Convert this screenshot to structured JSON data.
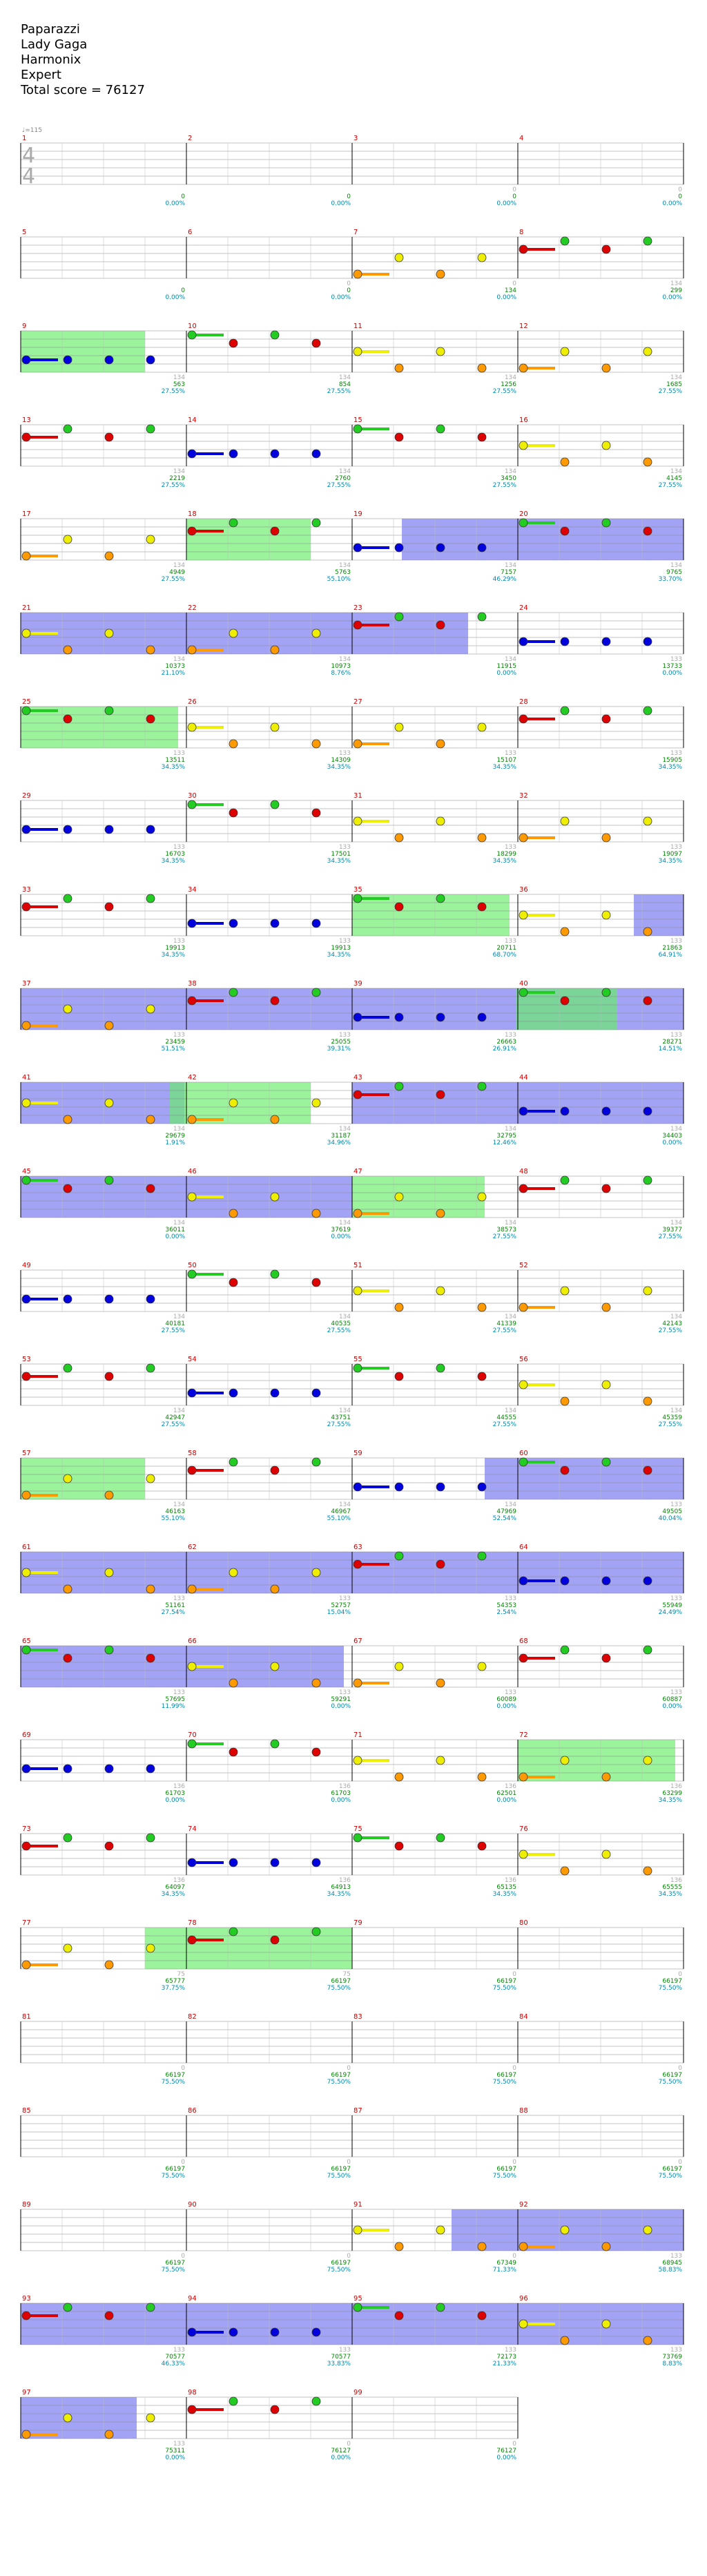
{
  "header": {
    "song": "Paparazzi",
    "artist": "Lady Gaga",
    "charter": "Harmonix",
    "difficulty": "Expert",
    "total_score": "Total score = 76127"
  },
  "chart_data": {
    "type": "table",
    "tempo_marker": "♩=115",
    "time_signature": [
      "4",
      "4"
    ],
    "measures": [
      {
        "n": "1",
        "score": "0",
        "pct": "0.00%",
        "streak": ""
      },
      {
        "n": "2",
        "score": "0",
        "pct": "0.00%",
        "streak": ""
      },
      {
        "n": "3",
        "score": "0",
        "pct": "0.00%",
        "streak": "0"
      },
      {
        "n": "4",
        "score": "0",
        "pct": "0.00%",
        "streak": "0"
      },
      {
        "n": "5",
        "score": "0",
        "pct": "0.00%",
        "streak": ""
      },
      {
        "n": "6",
        "score": "0",
        "pct": "0.00%",
        "streak": "0"
      },
      {
        "n": "7",
        "score": "134",
        "pct": "0.00%",
        "streak": "0"
      },
      {
        "n": "8",
        "score": "299",
        "pct": "0.00%",
        "streak": "134"
      },
      {
        "n": "9",
        "score": "563",
        "pct": "27.55%",
        "streak": "134"
      },
      {
        "n": "10",
        "score": "854",
        "pct": "27.55%",
        "streak": "134"
      },
      {
        "n": "11",
        "score": "1256",
        "pct": "27.55%",
        "streak": "134"
      },
      {
        "n": "12",
        "score": "1685",
        "pct": "27.55%",
        "streak": "134"
      },
      {
        "n": "13",
        "score": "2219",
        "pct": "27.55%",
        "streak": "134"
      },
      {
        "n": "14",
        "score": "2760",
        "pct": "27.55%",
        "streak": "134"
      },
      {
        "n": "15",
        "score": "3450",
        "pct": "27.55%",
        "streak": "134"
      },
      {
        "n": "16",
        "score": "4145",
        "pct": "27.55%",
        "streak": "134"
      },
      {
        "n": "17",
        "score": "4949",
        "pct": "27.55%",
        "streak": "134"
      },
      {
        "n": "18",
        "score": "5763",
        "pct": "55.10%",
        "streak": "134"
      },
      {
        "n": "19",
        "score": "7157",
        "pct": "46.29%",
        "streak": "134"
      },
      {
        "n": "20",
        "score": "9765",
        "pct": "33.70%",
        "streak": "134"
      },
      {
        "n": "21",
        "score": "10373",
        "pct": "21.10%",
        "streak": "134"
      },
      {
        "n": "22",
        "score": "10973",
        "pct": "8.76%",
        "streak": "134"
      },
      {
        "n": "23",
        "score": "11915",
        "pct": "0.00%",
        "streak": "134"
      },
      {
        "n": "24",
        "score": "13733",
        "pct": "0.00%",
        "streak": "133"
      },
      {
        "n": "25",
        "score": "13511",
        "pct": "34.35%",
        "streak": "133"
      },
      {
        "n": "26",
        "score": "14309",
        "pct": "34.35%",
        "streak": "133"
      },
      {
        "n": "27",
        "score": "15107",
        "pct": "34.35%",
        "streak": "133"
      },
      {
        "n": "28",
        "score": "15905",
        "pct": "34.35%",
        "streak": "133"
      },
      {
        "n": "29",
        "score": "16703",
        "pct": "34.35%",
        "streak": "133"
      },
      {
        "n": "30",
        "score": "17501",
        "pct": "34.35%",
        "streak": "133"
      },
      {
        "n": "31",
        "score": "18299",
        "pct": "34.35%",
        "streak": "133"
      },
      {
        "n": "32",
        "score": "19097",
        "pct": "34.35%",
        "streak": "133"
      },
      {
        "n": "33",
        "score": "19913",
        "pct": "34.35%",
        "streak": "133"
      },
      {
        "n": "34",
        "score": "19913",
        "pct": "34.35%",
        "streak": "133"
      },
      {
        "n": "35",
        "score": "20711",
        "pct": "68.70%",
        "streak": "133"
      },
      {
        "n": "36",
        "score": "21863",
        "pct": "64.91%",
        "streak": "133"
      },
      {
        "n": "37",
        "score": "23459",
        "pct": "51.51%",
        "streak": "133"
      },
      {
        "n": "38",
        "score": "25055",
        "pct": "39.31%",
        "streak": "133"
      },
      {
        "n": "39",
        "score": "26663",
        "pct": "26.91%",
        "streak": "133"
      },
      {
        "n": "40",
        "score": "28271",
        "pct": "14.51%",
        "streak": "133"
      },
      {
        "n": "41",
        "score": "29679",
        "pct": "1.91%",
        "streak": "134"
      },
      {
        "n": "42",
        "score": "31187",
        "pct": "34.96%",
        "streak": "134"
      },
      {
        "n": "43",
        "score": "32795",
        "pct": "12.46%",
        "streak": "134"
      },
      {
        "n": "44",
        "score": "34403",
        "pct": "0.00%",
        "streak": "134"
      },
      {
        "n": "45",
        "score": "36011",
        "pct": "0.00%",
        "streak": "134"
      },
      {
        "n": "46",
        "score": "37619",
        "pct": "0.00%",
        "streak": "134"
      },
      {
        "n": "47",
        "score": "38573",
        "pct": "27.55%",
        "streak": "134"
      },
      {
        "n": "48",
        "score": "39377",
        "pct": "27.55%",
        "streak": "134"
      },
      {
        "n": "49",
        "score": "40181",
        "pct": "27.55%",
        "streak": "134"
      },
      {
        "n": "50",
        "score": "40535",
        "pct": "27.55%",
        "streak": "134"
      },
      {
        "n": "51",
        "score": "41339",
        "pct": "27.55%",
        "streak": "134"
      },
      {
        "n": "52",
        "score": "42143",
        "pct": "27.55%",
        "streak": "134"
      },
      {
        "n": "53",
        "score": "42947",
        "pct": "27.55%",
        "streak": "134"
      },
      {
        "n": "54",
        "score": "43751",
        "pct": "27.55%",
        "streak": "134"
      },
      {
        "n": "55",
        "score": "44555",
        "pct": "27.55%",
        "streak": "134"
      },
      {
        "n": "56",
        "score": "45359",
        "pct": "27.55%",
        "streak": "134"
      },
      {
        "n": "57",
        "score": "46163",
        "pct": "55.10%",
        "streak": "134"
      },
      {
        "n": "58",
        "score": "46967",
        "pct": "55.10%",
        "streak": "134"
      },
      {
        "n": "59",
        "score": "47969",
        "pct": "52.54%",
        "streak": "134"
      },
      {
        "n": "60",
        "score": "49505",
        "pct": "40.04%",
        "streak": "133"
      },
      {
        "n": "61",
        "score": "51161",
        "pct": "27.54%",
        "streak": "133"
      },
      {
        "n": "62",
        "score": "52757",
        "pct": "15.04%",
        "streak": "133"
      },
      {
        "n": "63",
        "score": "54353",
        "pct": "2.54%",
        "streak": "133"
      },
      {
        "n": "64",
        "score": "55949",
        "pct": "24.49%",
        "streak": "133"
      },
      {
        "n": "65",
        "score": "57695",
        "pct": "11.99%",
        "streak": "133"
      },
      {
        "n": "66",
        "score": "59291",
        "pct": "0.00%",
        "streak": "133"
      },
      {
        "n": "67",
        "score": "60089",
        "pct": "0.00%",
        "streak": "133"
      },
      {
        "n": "68",
        "score": "60887",
        "pct": "0.00%",
        "streak": "133"
      },
      {
        "n": "69",
        "score": "61703",
        "pct": "0.00%",
        "streak": "136"
      },
      {
        "n": "70",
        "score": "61703",
        "pct": "0.00%",
        "streak": "136"
      },
      {
        "n": "71",
        "score": "62501",
        "pct": "0.00%",
        "streak": "136"
      },
      {
        "n": "72",
        "score": "63299",
        "pct": "34.35%",
        "streak": "136"
      },
      {
        "n": "73",
        "score": "64097",
        "pct": "34.35%",
        "streak": "136"
      },
      {
        "n": "74",
        "score": "64913",
        "pct": "34.35%",
        "streak": "136"
      },
      {
        "n": "75",
        "score": "65135",
        "pct": "34.35%",
        "streak": "136"
      },
      {
        "n": "76",
        "score": "65555",
        "pct": "34.35%",
        "streak": "136"
      },
      {
        "n": "77",
        "score": "65777",
        "pct": "37.75%",
        "streak": "75"
      },
      {
        "n": "78",
        "score": "66197",
        "pct": "75.50%",
        "streak": "75"
      },
      {
        "n": "79",
        "score": "66197",
        "pct": "75.50%",
        "streak": "0"
      },
      {
        "n": "80",
        "score": "66197",
        "pct": "75.50%",
        "streak": "0"
      },
      {
        "n": "81",
        "score": "66197",
        "pct": "75.50%",
        "streak": "0"
      },
      {
        "n": "82",
        "score": "66197",
        "pct": "75.50%",
        "streak": "0"
      },
      {
        "n": "83",
        "score": "66197",
        "pct": "75.50%",
        "streak": "0"
      },
      {
        "n": "84",
        "score": "66197",
        "pct": "75.50%",
        "streak": "0"
      },
      {
        "n": "85",
        "score": "66197",
        "pct": "75.50%",
        "streak": "0"
      },
      {
        "n": "86",
        "score": "66197",
        "pct": "75.50%",
        "streak": "0"
      },
      {
        "n": "87",
        "score": "66197",
        "pct": "75.50%",
        "streak": "0"
      },
      {
        "n": "88",
        "score": "66197",
        "pct": "75.50%",
        "streak": "0"
      },
      {
        "n": "89",
        "score": "66197",
        "pct": "75.50%",
        "streak": "0"
      },
      {
        "n": "90",
        "score": "66197",
        "pct": "75.50%",
        "streak": "0"
      },
      {
        "n": "91",
        "score": "67349",
        "pct": "71.33%",
        "streak": "0"
      },
      {
        "n": "92",
        "score": "68945",
        "pct": "58.83%",
        "streak": "133"
      },
      {
        "n": "93",
        "score": "70577",
        "pct": "46.33%",
        "streak": "133"
      },
      {
        "n": "94",
        "score": "70577",
        "pct": "33.83%",
        "streak": "133"
      },
      {
        "n": "95",
        "score": "72173",
        "pct": "21.33%",
        "streak": "133"
      },
      {
        "n": "96",
        "score": "73769",
        "pct": "8.83%",
        "streak": "133"
      },
      {
        "n": "97",
        "score": "75311",
        "pct": "0.00%",
        "streak": "133"
      },
      {
        "n": "98",
        "score": "76127",
        "pct": "0.00%",
        "streak": "0"
      },
      {
        "n": "99",
        "score": "76127",
        "pct": "0.00%",
        "streak": "0"
      }
    ],
    "overdrive_phrases": [
      [
        9,
        9.75
      ],
      [
        18,
        18.75
      ],
      [
        25,
        25.95
      ],
      [
        35,
        35.95
      ],
      [
        41.9,
        42.75
      ],
      [
        47,
        47.8
      ],
      [
        57,
        57.75
      ],
      [
        72,
        72.95
      ],
      [
        77.75,
        79
      ],
      [
        39.99,
        40.6
      ]
    ],
    "overdrive_active": [
      [
        19.3,
        23.7
      ],
      [
        36.7,
        40
      ],
      [
        40,
        41.99
      ],
      [
        43,
        47
      ],
      [
        59.8,
        66.95
      ],
      [
        91.6,
        97.7
      ]
    ],
    "colors": {
      "green": "#22cc22",
      "red": "#dd0000",
      "yellow": "#eeee00",
      "blue": "#0000dd",
      "orange": "#ff9900",
      "od_phrase": "#66ee66",
      "od_active": "#6666ee",
      "staff": "#888888",
      "measure_number": "#cc0000"
    }
  }
}
